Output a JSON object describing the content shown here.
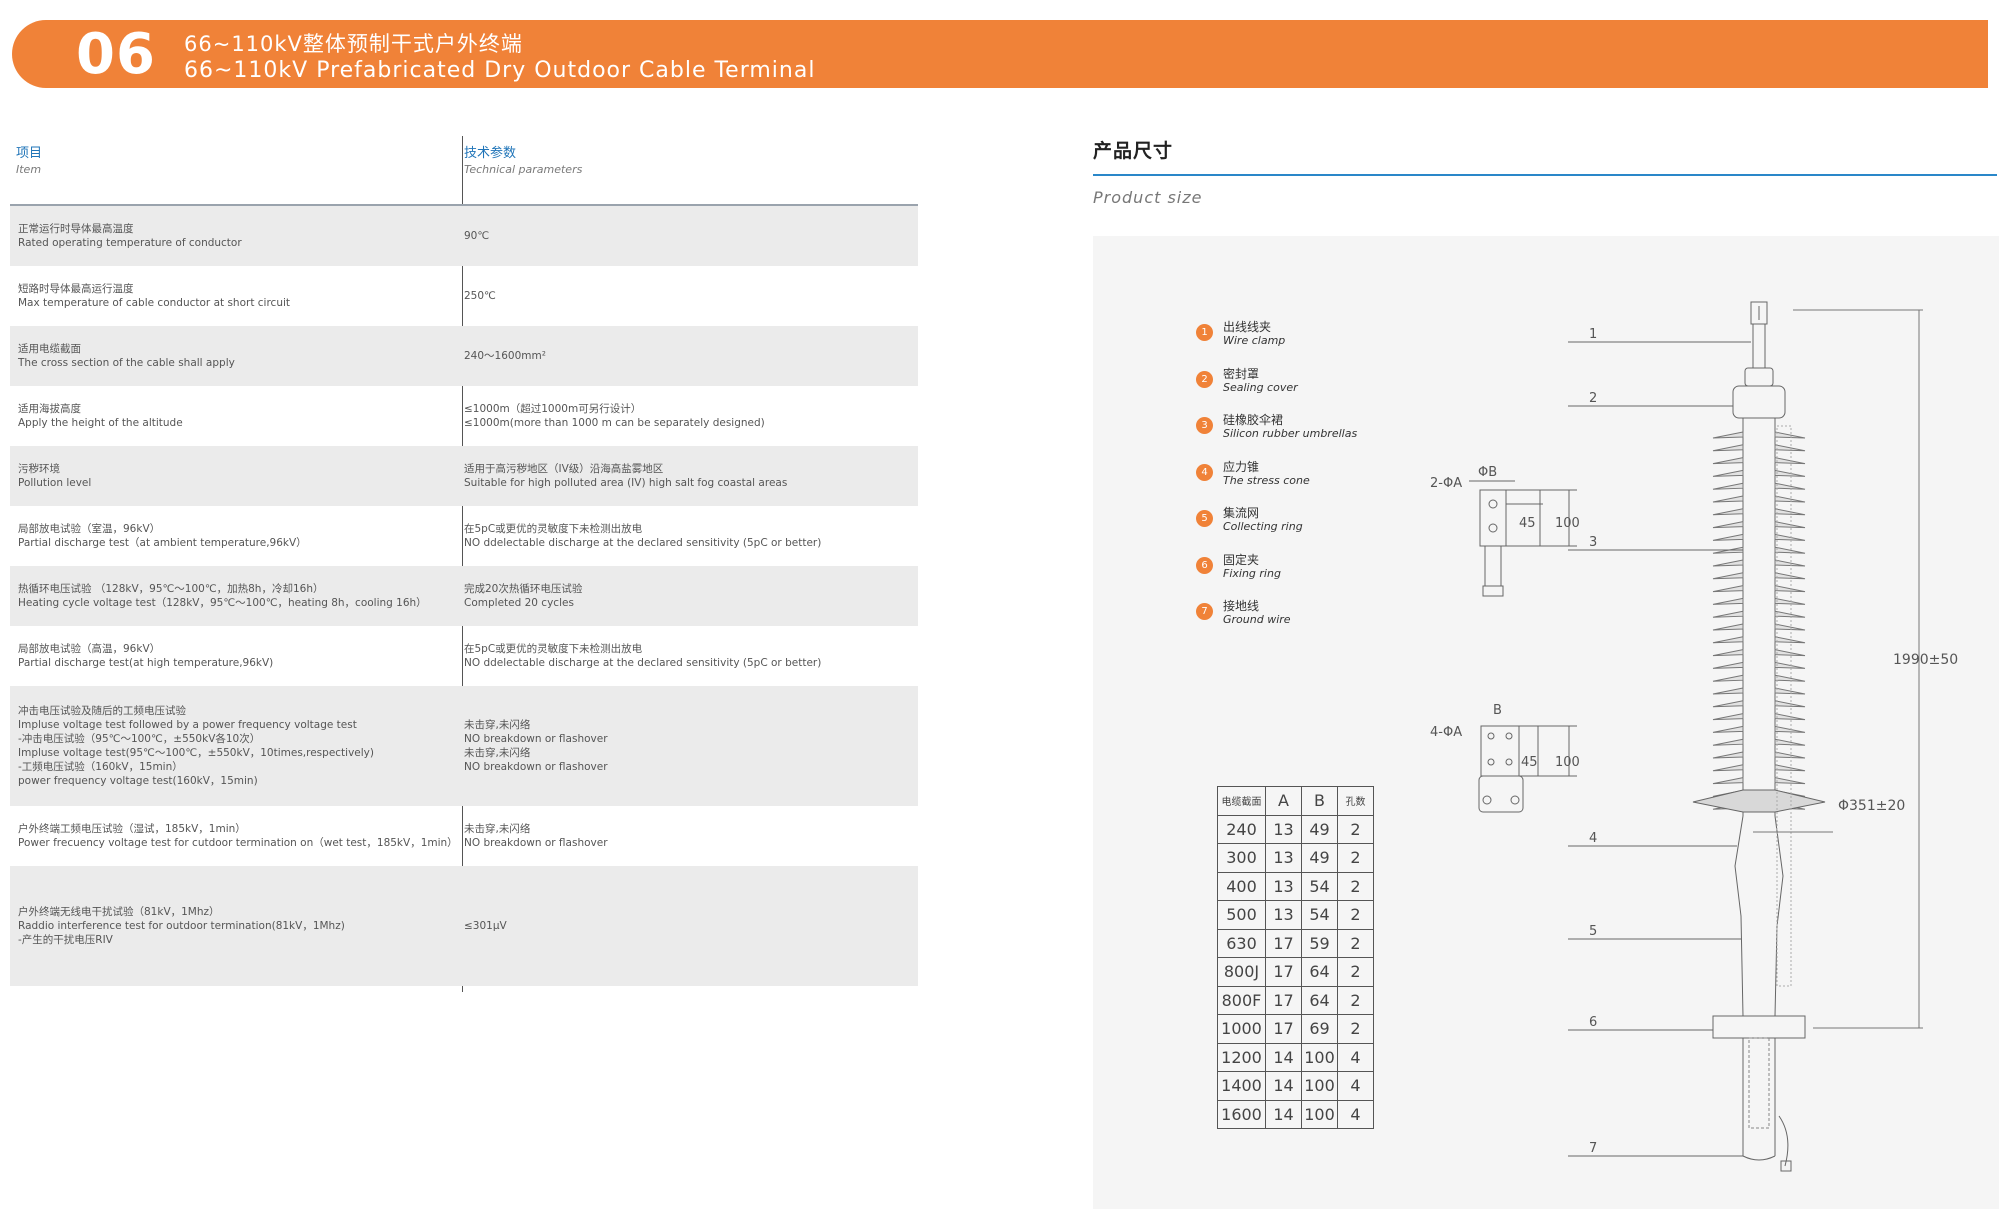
{
  "header": {
    "number": "06",
    "title_cn": "66~110kV整体预制干式户外终端",
    "title_en": "66~110kV Prefabricated Dry Outdoor Cable Terminal"
  },
  "spec_table": {
    "col_item_cn": "项目",
    "col_item_en": "Item",
    "col_param_cn": "技术参数",
    "col_param_en": "Technical parameters",
    "rows": [
      {
        "item": [
          "正常运行时导体最高温度",
          "Rated operating temperature of conductor"
        ],
        "param": [
          "90℃"
        ]
      },
      {
        "item": [
          "短路时导体最高运行温度",
          "Max temperature of cable conductor at short circuit"
        ],
        "param": [
          "250℃"
        ]
      },
      {
        "item": [
          "适用电缆截面",
          "The cross section of the cable shall apply"
        ],
        "param": [
          "240～1600mm²"
        ]
      },
      {
        "item": [
          "适用海拔高度",
          "Apply the height of the altitude"
        ],
        "param": [
          "≤1000m（超过1000m可另行设计）",
          "≤1000m(more than 1000 m can be separately designed)"
        ]
      },
      {
        "item": [
          "污秽环境",
          "Pollution level"
        ],
        "param": [
          "适用于高污秽地区（IV级）沿海高盐雾地区",
          "Suitable for high polluted area (IV) high salt fog coastal areas"
        ]
      },
      {
        "item": [
          "局部放电试验（室温，96kV）",
          "Partial discharge test（at ambient temperature,96kV）"
        ],
        "param": [
          "在5pC或更优的灵敏度下未检测出放电",
          "NO ddelectable discharge at the declared sensitivity (5pC or better)"
        ]
      },
      {
        "item": [
          "热循环电压试验 （128kV，95℃～100℃，加热8h，冷却16h）",
          "Heating cycle voltage test（128kV，95℃～100℃，heating 8h，cooling 16h）"
        ],
        "param": [
          "完成20次热循环电压试验",
          "Completed 20 cycles"
        ]
      },
      {
        "item": [
          "局部放电试验（高温，96kV）",
          "Partial discharge test(at high temperature,96kV)"
        ],
        "param": [
          "在5pC或更优的灵敏度下未检测出放电",
          "NO ddelectable discharge at the declared sensitivity (5pC or better)"
        ]
      },
      {
        "item": [
          "冲击电压试验及随后的工频电压试验",
          "Impluse voltage test followed by a power frequency voltage test",
          "-冲击电压试验（95℃～100℃，±550kV各10次）",
          "Impluse voltage test(95℃～100℃，±550kV，10times,respectively)",
          "-工频电压试验（160kV，15min）",
          "power frequency voltage test(160kV，15min)"
        ],
        "param": [
          "未击穿,未闪络",
          "NO breakdown or flashover",
          "未击穿,未闪络",
          "NO breakdown or flashover"
        ]
      },
      {
        "item": [
          "户外终端工频电压试验（湿试，185kV，1min）",
          "Power frecuency voltage test for cutdoor termination on（wet test，185kV，1min）"
        ],
        "param": [
          "未击穿,未闪络",
          "NO breakdown or flashover"
        ]
      },
      {
        "item": [
          "户外终端无线电干扰试验（81kV，1Mhz）",
          "Raddio interference test for outdoor termination(81kV，1Mhz)",
          "-产生的干扰电压RIV"
        ],
        "param": [
          "≤301μV"
        ]
      }
    ]
  },
  "product_size": {
    "title_cn": "产品尺寸",
    "title_en": "Product size",
    "legend": [
      {
        "num": "1",
        "cn": "出线线夹",
        "en": "Wire clamp"
      },
      {
        "num": "2",
        "cn": "密封罩",
        "en": "Sealing cover"
      },
      {
        "num": "3",
        "cn": "硅橡胶伞裙",
        "en": "Silicon rubber umbrellas"
      },
      {
        "num": "4",
        "cn": "应力锥",
        "en": "The stress cone"
      },
      {
        "num": "5",
        "cn": "集流网",
        "en": "Collecting ring"
      },
      {
        "num": "6",
        "cn": "固定夹",
        "en": "Fixing ring"
      },
      {
        "num": "7",
        "cn": "接地线",
        "en": "Ground wire"
      }
    ],
    "size_table": {
      "headers": [
        "电缆截面",
        "A",
        "B",
        "孔数"
      ],
      "rows": [
        [
          "240",
          "13",
          "49",
          "2"
        ],
        [
          "300",
          "13",
          "49",
          "2"
        ],
        [
          "400",
          "13",
          "54",
          "2"
        ],
        [
          "500",
          "13",
          "54",
          "2"
        ],
        [
          "630",
          "17",
          "59",
          "2"
        ],
        [
          "800J",
          "17",
          "64",
          "2"
        ],
        [
          "800F",
          "17",
          "64",
          "2"
        ],
        [
          "1000",
          "17",
          "69",
          "2"
        ],
        [
          "1200",
          "14",
          "100",
          "4"
        ],
        [
          "1400",
          "14",
          "100",
          "4"
        ],
        [
          "1600",
          "14",
          "100",
          "4"
        ]
      ]
    },
    "drawing_labels": {
      "callouts": [
        "1",
        "2",
        "3",
        "4",
        "5",
        "6",
        "7"
      ],
      "height_dim": "1990±50",
      "diameter_dim": "Φ351±20",
      "clamp_a_hole": "2-ΦA",
      "clamp_a_width": "ΦB",
      "clamp_b_hole": "4-ΦA",
      "clamp_b_width": "B",
      "dim_45": "45",
      "dim_100": "100"
    }
  }
}
